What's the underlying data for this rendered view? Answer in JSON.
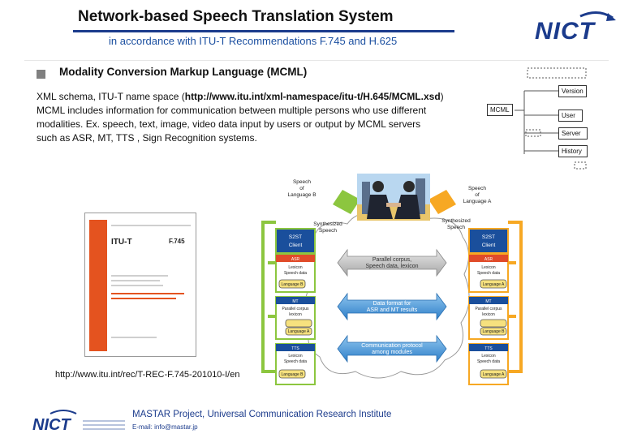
{
  "header": {
    "title": "Network-based Speech Translation System",
    "subtitle": "in accordance with ITU-T Recommendations F.745 and H.625",
    "logo_text": "NICT",
    "accent_color": "#1b3b8c"
  },
  "section": {
    "title": "Modality Conversion Markup Language (MCML)",
    "lines": [
      {
        "prefix": "XML schema, ITU-T name space (",
        "bold": "http://www.itu.int/xml-namespace/itu-t/H.645/MCML.xsd",
        "suffix": ")"
      },
      {
        "prefix": "MCML includes information for communication between multiple persons who use different",
        "bold": "",
        "suffix": ""
      },
      {
        "prefix": " modalities. Ex. speech, text, image, video data input by users or output by MCML servers",
        "bold": "",
        "suffix": ""
      },
      {
        "prefix": "  such as ASR, MT, TTS , Sign Recognition systems.",
        "bold": "",
        "suffix": ""
      }
    ]
  },
  "schema": {
    "root": "MCML",
    "top": "Version",
    "children": [
      "User",
      "Server",
      "History"
    ]
  },
  "document": {
    "series": "ITU-T",
    "number": "F.745"
  },
  "url": "http://www.itu.int/rec/T-REC-F.745-201010-I/en",
  "diagram": {
    "speech_left": [
      "Speech",
      "of",
      "Language B"
    ],
    "speech_right": [
      "Speech",
      "of",
      "Language A"
    ],
    "synth_left": [
      "Synthesized",
      "Speech"
    ],
    "synth_right": [
      "Synthesized",
      "Speech"
    ],
    "client_left": [
      "S2ST",
      "Client"
    ],
    "client_right": [
      "S2ST",
      "Client"
    ],
    "modules_left": [
      {
        "name": "ASR",
        "sub": [
          "Lexicon",
          "Speech data"
        ],
        "lang": "Language B"
      },
      {
        "name": "MT",
        "sub": [
          "Parallel corpus",
          "lexicon"
        ],
        "lang": "Language A"
      },
      {
        "name": "TTS",
        "sub": [
          "Lexicon",
          "Speech data"
        ],
        "lang": "Language B"
      }
    ],
    "modules_right": [
      {
        "name": "ASR",
        "sub": [
          "Lexicon",
          "Speech data"
        ],
        "lang": "Language A"
      },
      {
        "name": "MT",
        "sub": [
          "Parallel corpus",
          "lexicon"
        ],
        "lang": "Language B"
      },
      {
        "name": "TTS",
        "sub": [
          "Lexicon",
          "Speech data"
        ],
        "lang": "Language A"
      }
    ],
    "arrows": [
      [
        "Parallel corpus,",
        "Speech data, lexicon"
      ],
      [
        "Data format for",
        "ASR and MT results"
      ],
      [
        "Communication protocol",
        "among modules"
      ]
    ]
  },
  "footer": {
    "logo_text": "NICT",
    "title": "MASTAR Project, Universal Communication Research Institute",
    "email": "E-mail: info@mastar.jp"
  }
}
